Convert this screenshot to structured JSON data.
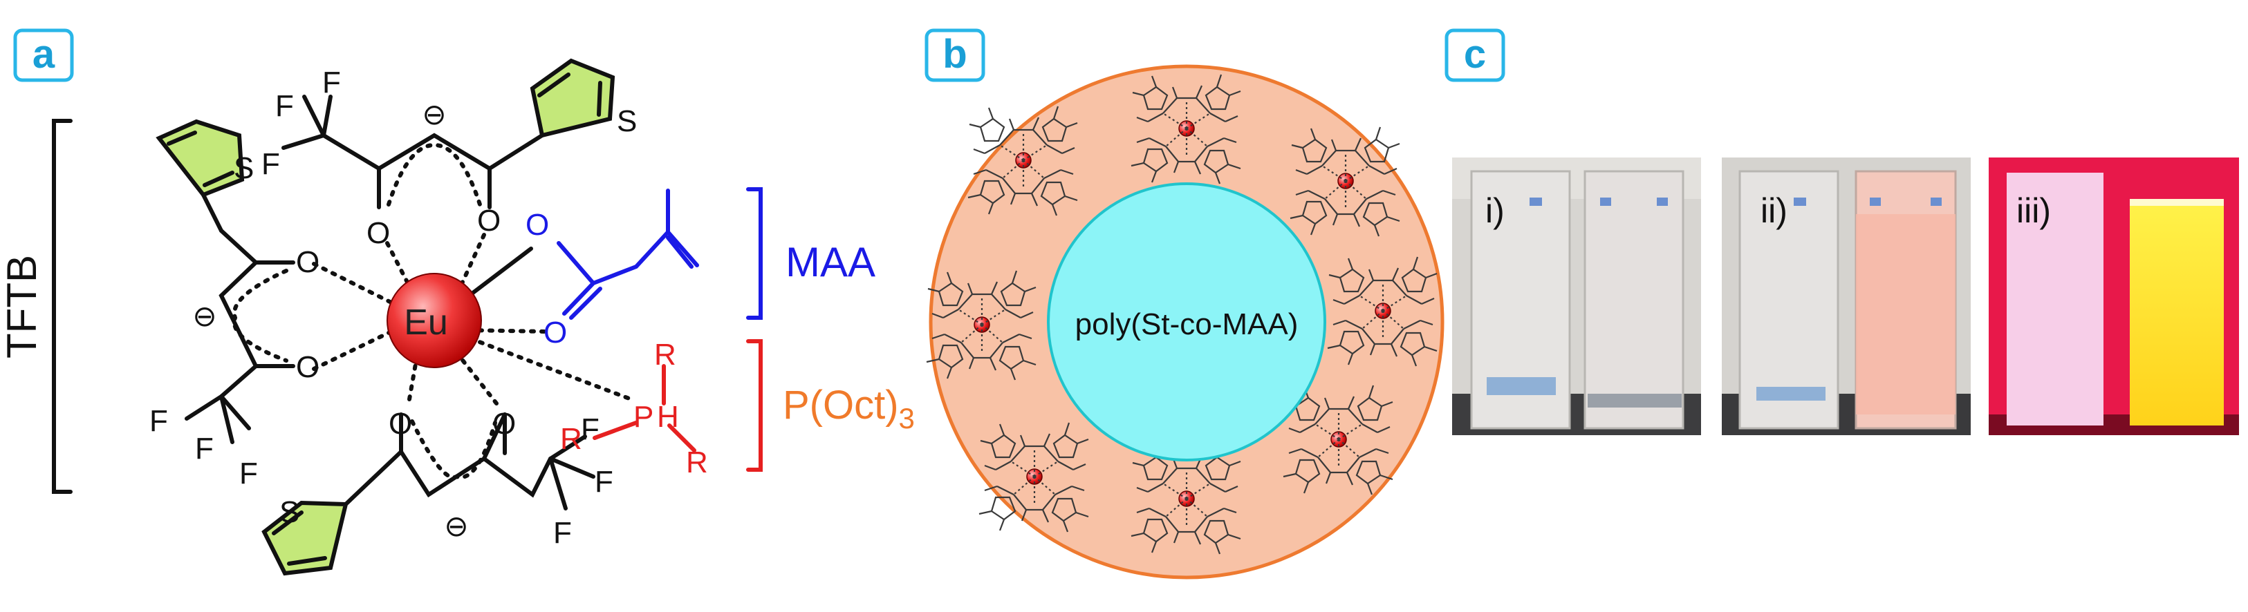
{
  "panels": {
    "a": "a",
    "b": "b",
    "c": "c"
  },
  "panel_a": {
    "bracket_label": "TFTB",
    "metal": "Eu",
    "ligand_maa": "MAA",
    "ligand_phosphine_main": "P(Oct)",
    "ligand_phosphine_sub": "3",
    "atoms": {
      "F": "F",
      "S": "S",
      "O": "O",
      "P": "P",
      "H": "H",
      "R": "R",
      "minus": "⊖"
    }
  },
  "panel_b": {
    "core_label": "poly(St-co-MAA)",
    "core_color": "#8cf4f7",
    "shell_color": "#f8c2a6"
  },
  "panel_c": {
    "photos": [
      {
        "label": "i)",
        "style": "daylight"
      },
      {
        "label": "ii)",
        "style": "daylight"
      },
      {
        "label": "iii)",
        "style": "uv"
      }
    ]
  },
  "colors": {
    "panel_accent": "#29b6e8",
    "maa": "#1a1ae6",
    "phosphine_bracket": "#e62020",
    "phosphine_label": "#f07a2a",
    "thiophene": "#c4e87a",
    "eu": "#e02424"
  }
}
